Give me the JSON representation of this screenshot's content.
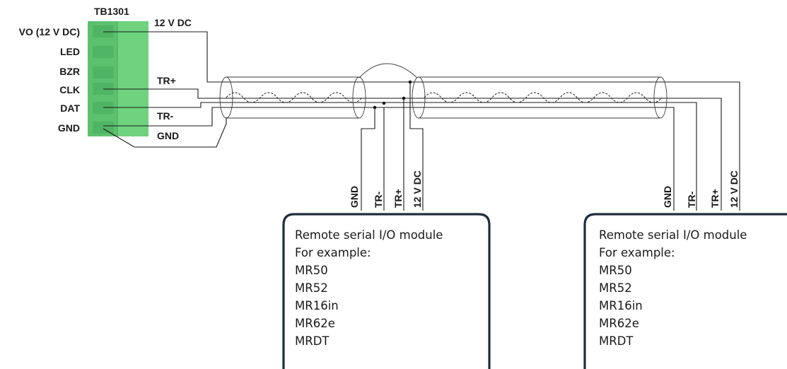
{
  "terminal": {
    "name": "TB1301",
    "pins": [
      "VO (12 V DC)",
      "LED",
      "BZR",
      "CLK",
      "DAT",
      "GND"
    ],
    "color": "#5cc16f"
  },
  "wire_labels": {
    "v12": "12 V DC",
    "tr_plus": "TR+",
    "tr_minus": "TR-",
    "gnd": "GND"
  },
  "module_left": {
    "connections": [
      "GND",
      "TR-",
      "TR+",
      "12 V DC"
    ],
    "lines": [
      "Remote  serial I/O module",
      "For example:",
      "MR50",
      "MR52",
      "MR16in",
      "MR62e",
      "MRDT"
    ]
  },
  "module_right": {
    "connections": [
      "GND",
      "TR-",
      "TR+",
      "12 V DC"
    ],
    "lines": [
      "Remote  serial I/O module",
      "For example:",
      "MR50",
      "MR52",
      "MR16in",
      "MR62e",
      "MRDT"
    ]
  },
  "colors": {
    "box_border": "#1f2d3d",
    "wire": "#1a1a1a"
  }
}
